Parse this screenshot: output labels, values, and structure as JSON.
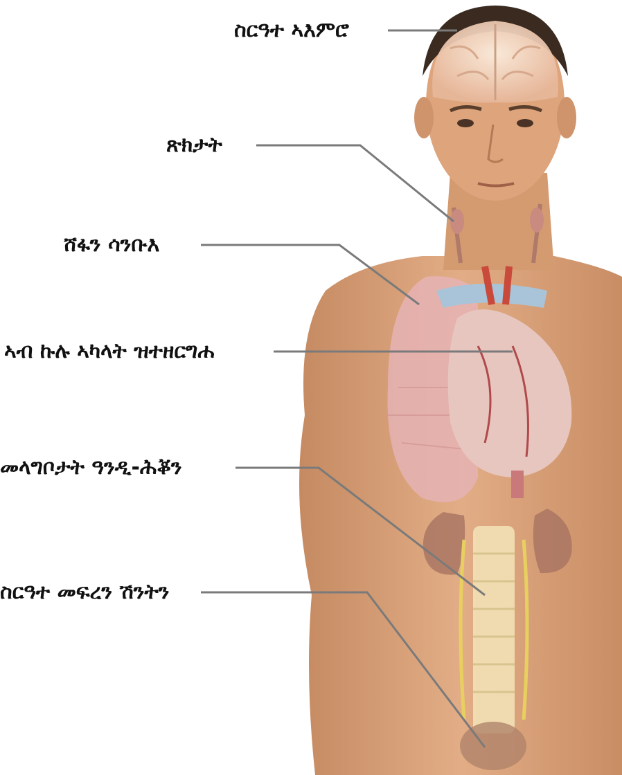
{
  "labels": [
    {
      "id": "brain",
      "text": "ስርዓተ ኣእምሮ"
    },
    {
      "id": "glands",
      "text": "ጽክታት"
    },
    {
      "id": "lungs",
      "text": "ሸፋን ሳንቡእ"
    },
    {
      "id": "vessels",
      "text": "ኣብ ኩሉ ኣካላት ዝተዘርግሐ"
    },
    {
      "id": "digestive",
      "text": "መላግቦታት ዓንዲ-ሕቖን"
    },
    {
      "id": "urinary",
      "text": "ስርዓተ መፍረን ሽንትን"
    }
  ],
  "colors": {
    "skin": "#d9a27a",
    "leader_line": "#7a7a7a",
    "label_text": "#111111"
  }
}
